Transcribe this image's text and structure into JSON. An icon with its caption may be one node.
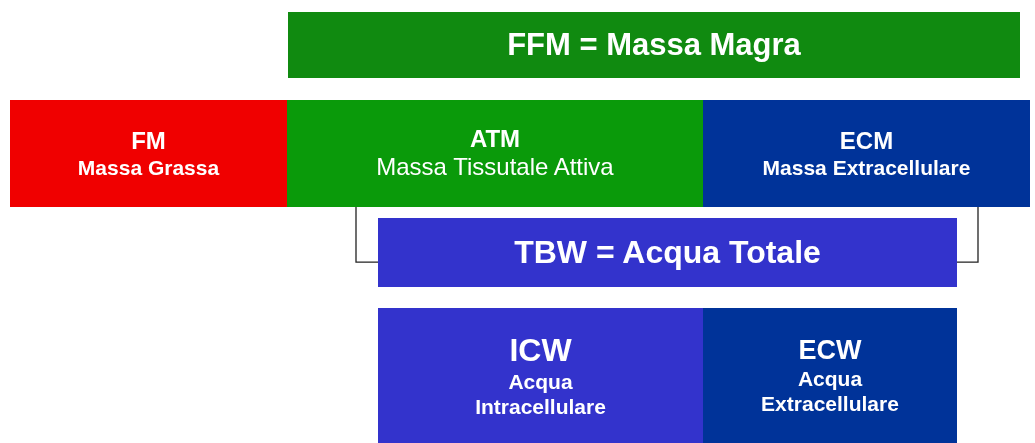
{
  "diagram": {
    "nodes": [
      {
        "text": [
          "FFM = Massa Magra"
        ]
      },
      {
        "text": [
          "FM",
          "Massa Grassa"
        ]
      },
      {
        "text": [
          "ATM",
          "Massa Tissutale Attiva"
        ]
      },
      {
        "text": [
          "ECM",
          "Massa Extracellulare"
        ]
      },
      {
        "text": [
          "TBW = Acqua Totale"
        ]
      },
      {
        "text": [
          "ICW",
          "Acqua Intracellulare"
        ]
      },
      {
        "text": [
          "ECW",
          "Acqua Extracellulare"
        ]
      }
    ],
    "edges": [
      {
        "from": 2,
        "to": 4,
        "arrow": "none"
      },
      {
        "from": 3,
        "to": 4,
        "arrow": "none"
      }
    ]
  }
}
